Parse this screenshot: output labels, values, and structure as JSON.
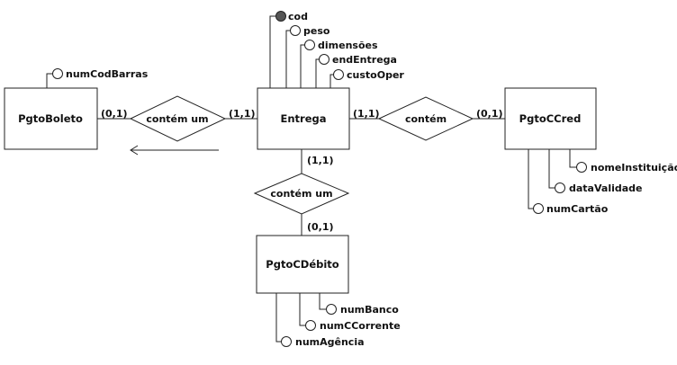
{
  "entities": {
    "entrega": "Entrega",
    "pgto_boleto": "PgtoBoleto",
    "pgto_ccred": "PgtoCCred",
    "pgto_cdebito": "PgtoCDébito"
  },
  "relationships": {
    "boleto_entrega": "contém um",
    "entrega_ccred": "contém",
    "entrega_cdebito": "contém um"
  },
  "cardinalities": {
    "boleto_side": "(0,1)",
    "entrega_left": "(1,1)",
    "entrega_right": "(1,1)",
    "ccred_side": "(0,1)",
    "entrega_bottom": "(1,1)",
    "cdebito_side": "(0,1)"
  },
  "attributes": {
    "entrega": [
      {
        "label": "cod",
        "key": true
      },
      {
        "label": "peso",
        "key": false
      },
      {
        "label": "dimensões",
        "key": false
      },
      {
        "label": "endEntrega",
        "key": false
      },
      {
        "label": "custoOper",
        "key": false
      }
    ],
    "pgto_boleto": [
      {
        "label": "numCodBarras",
        "key": false
      }
    ],
    "pgto_ccred": [
      {
        "label": "nomeInstituição",
        "key": false
      },
      {
        "label": "dataValidade",
        "key": false
      },
      {
        "label": "numCartão",
        "key": false
      }
    ],
    "pgto_cdebito": [
      {
        "label": "numBanco",
        "key": false
      },
      {
        "label": "numCCorrente",
        "key": false
      },
      {
        "label": "numAgência",
        "key": false
      }
    ]
  }
}
